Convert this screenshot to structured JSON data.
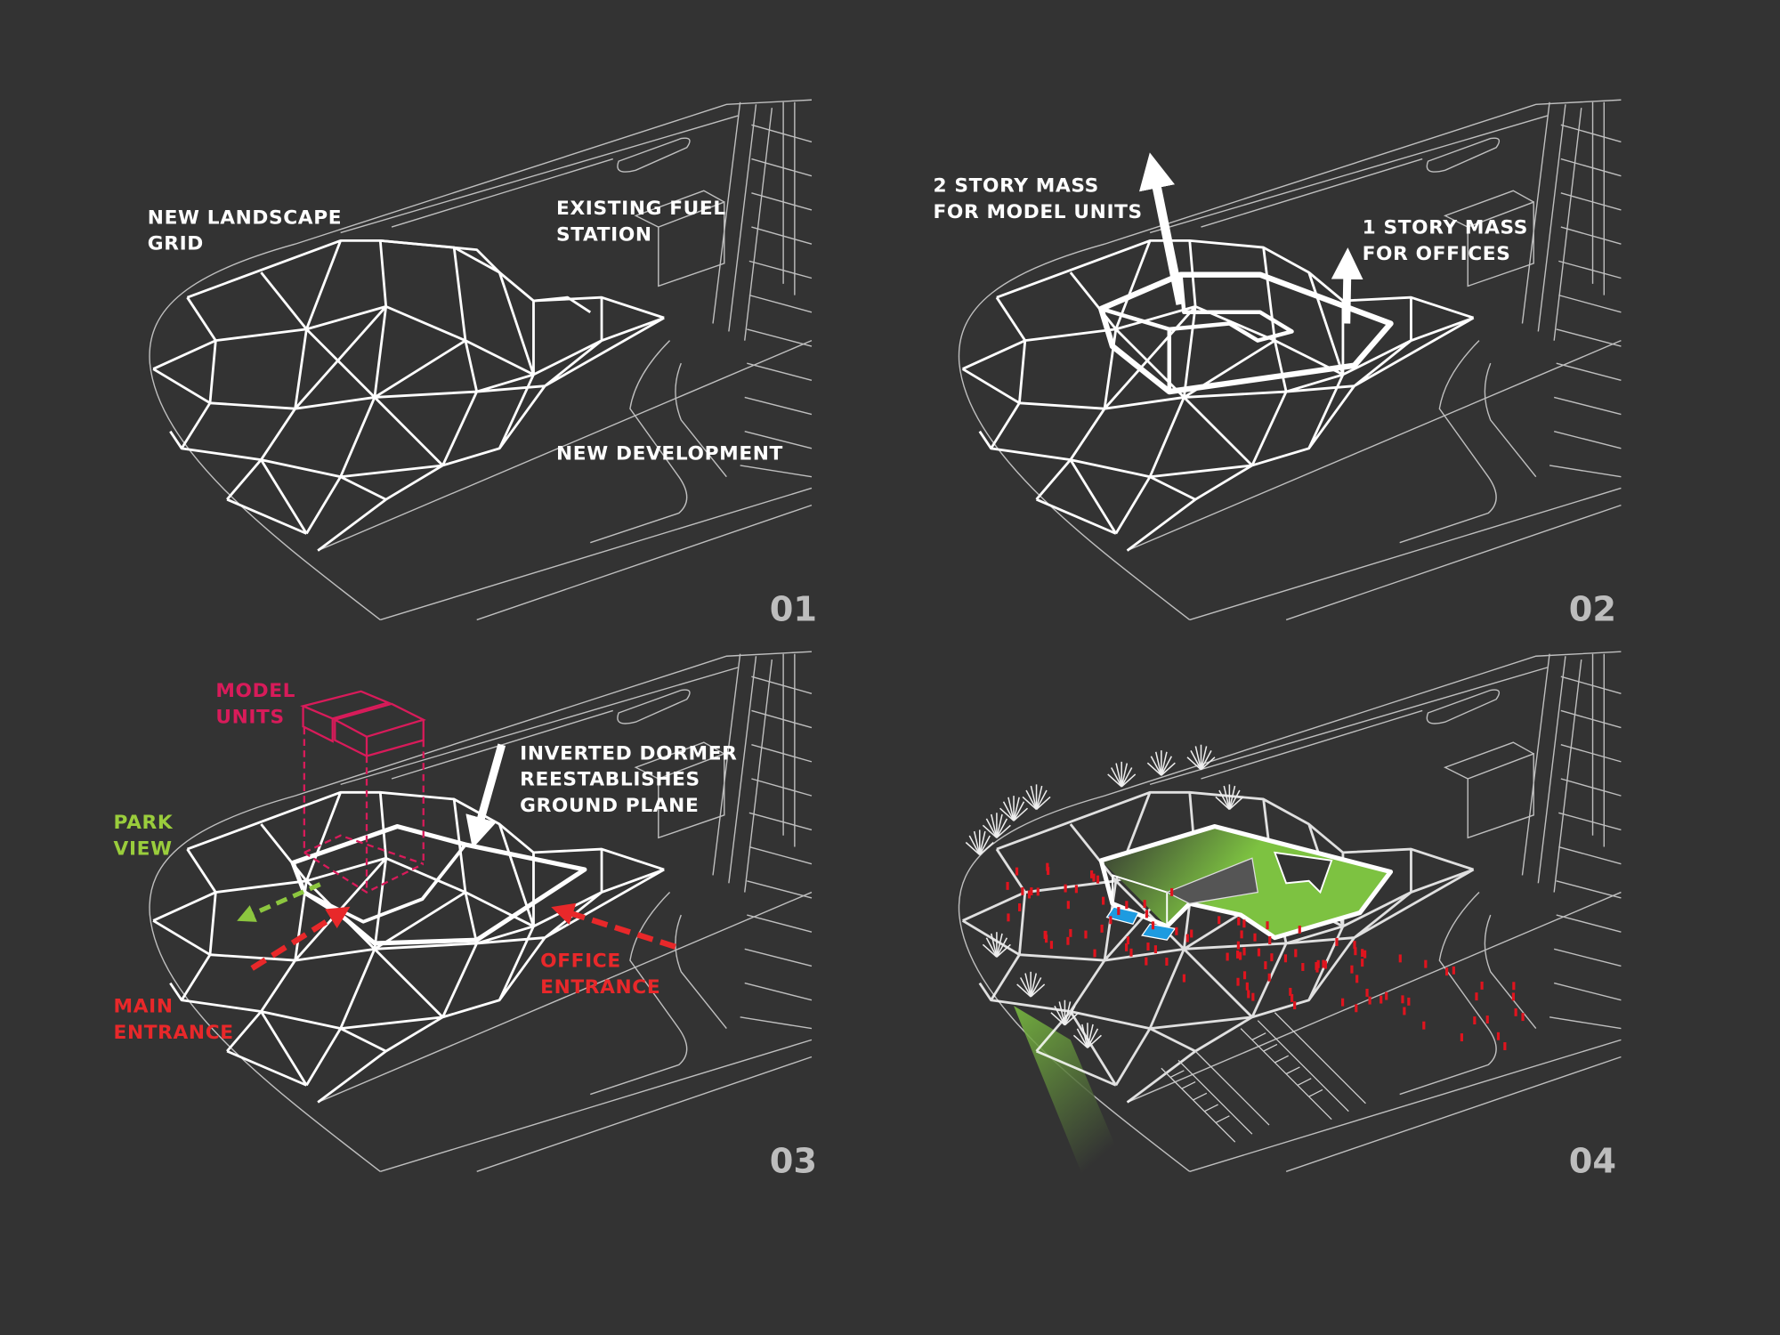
{
  "title": "Site design process diagram",
  "colors": {
    "background": "#333333",
    "linework": "#ffffff",
    "context": "#bfbfbf",
    "panel_number": "#bdbdbd",
    "model_units": "#d81b5a",
    "park_view": "#9acd3c",
    "entrance": "#e8282a",
    "roof_green": "#7dc241",
    "water": "#1e9be0",
    "people": "#e0141e"
  },
  "panels": [
    {
      "number": "01",
      "labels": {
        "landscape_grid": [
          "NEW LANDSCAPE",
          "GRID"
        ],
        "fuel_station": [
          "EXISTING FUEL",
          "STATION"
        ],
        "development": [
          "NEW DEVELOPMENT"
        ]
      }
    },
    {
      "number": "02",
      "labels": {
        "two_story": [
          "2 STORY MASS",
          "FOR MODEL UNITS"
        ],
        "one_story": [
          "1 STORY MASS",
          "FOR OFFICES"
        ]
      }
    },
    {
      "number": "03",
      "labels": {
        "model_units": [
          "MODEL",
          "UNITS"
        ],
        "park_view": [
          "PARK",
          "VIEW"
        ],
        "dormer": [
          "INVERTED DORMER",
          "REESTABLISHES",
          "GROUND PLANE"
        ],
        "office_entrance": [
          "OFFICE",
          "ENTRANCE"
        ],
        "main_entrance": [
          "MAIN",
          "ENTRANCE"
        ]
      }
    },
    {
      "number": "04",
      "labels": {}
    }
  ]
}
